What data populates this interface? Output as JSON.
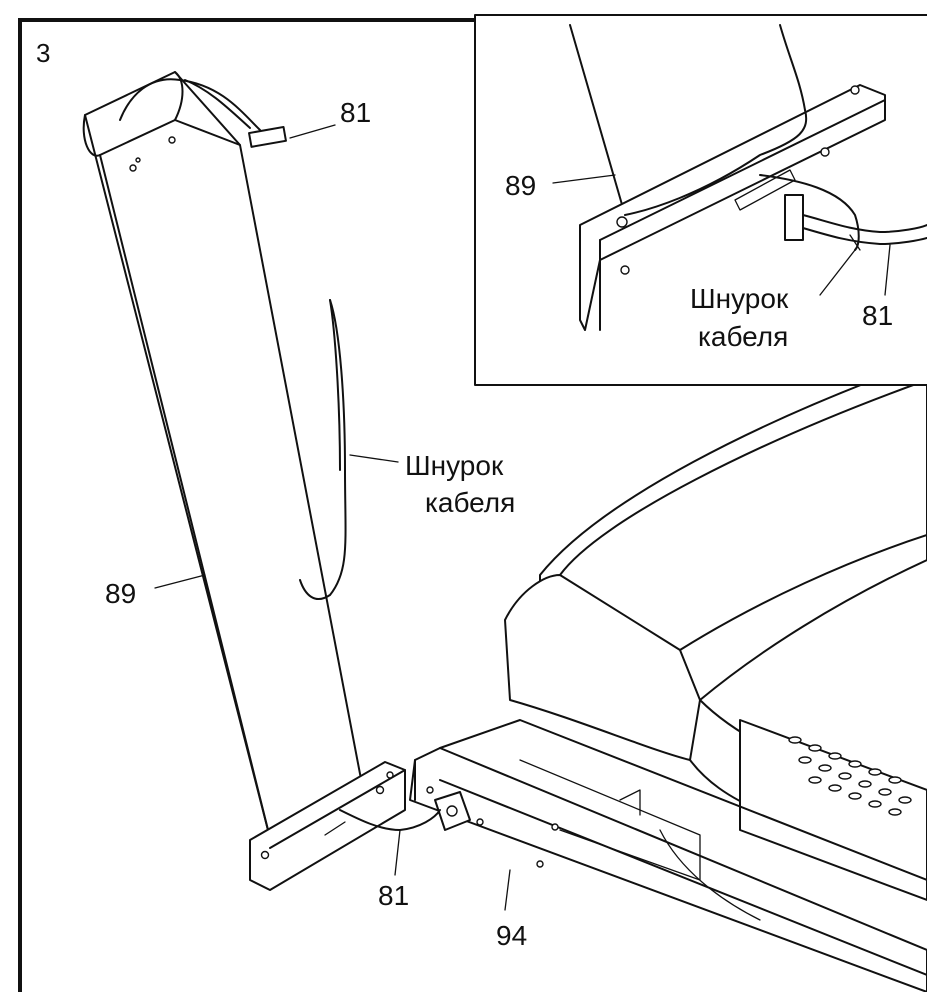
{
  "figure": {
    "step_number": "3",
    "labels": {
      "upright_top_part": "81",
      "upright": "89",
      "wire_tie": "Шнурок\nкабеля",
      "wire_bottom_part": "81",
      "base_frame": "94"
    },
    "inset": {
      "upright": "89",
      "wire_tie": "Шнурок\nкабеля",
      "wire": "81"
    }
  }
}
